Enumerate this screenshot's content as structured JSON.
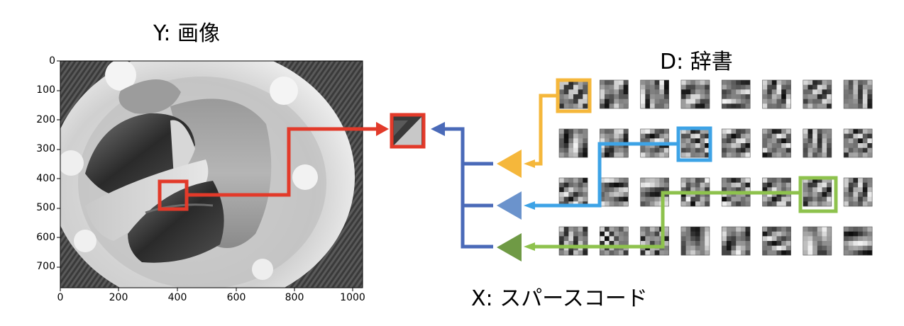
{
  "titles": {
    "image": "Y: 画像",
    "dictionary": "D: 辞書",
    "sparse_code": "X: スパースコード"
  },
  "image_plot": {
    "y_ticks": [
      "0",
      "100",
      "200",
      "300",
      "400",
      "500",
      "600",
      "700"
    ],
    "x_ticks": [
      "0",
      "200",
      "400",
      "600",
      "800",
      "1000"
    ]
  },
  "dictionary": {
    "rows": 4,
    "cols": 8,
    "highlight_colors": [
      "#f5b73b",
      "#3da3e6",
      "#8ec24d"
    ]
  },
  "colors": {
    "patch_box": "#e23a2a",
    "trunk": "#4a6ab8",
    "arrow_yellow": "#f5b73b",
    "arrow_blue": "#3da3e6",
    "arrow_green": "#8ec24d",
    "head_yellow": "#f5b73b",
    "head_blue": "#6b93cc",
    "head_green": "#6f9a45"
  }
}
